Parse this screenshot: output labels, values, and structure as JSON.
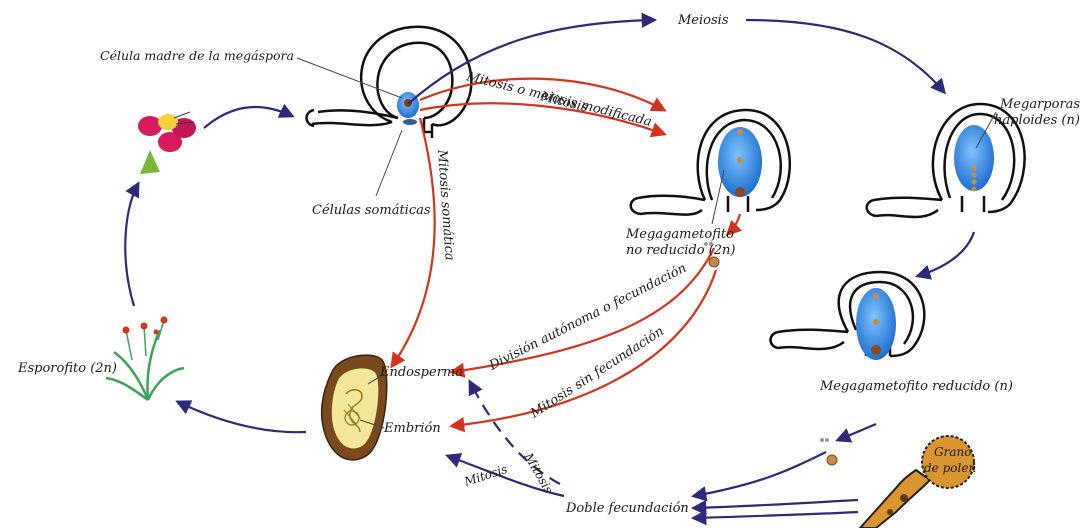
{
  "labels": {
    "meiosis": "Meiosis",
    "mother_cell": "Célula madre de la megáspora",
    "mitosis_or_modified_meiosis": "Mitosis o meiosis modificada",
    "mitosis": "Mitosis",
    "somatic_cells": "Células somáticas",
    "somatic_mitosis": "Mitosis somática",
    "unreduced_gametophyte_line1": "Megagametofito",
    "unreduced_gametophyte_line2": "no reducido (2n)",
    "haploid_megaspores_line1": "Megarporas",
    "haploid_megaspores_line2": "haploides (n)",
    "autonomous_division": "División autónoma o fecundación",
    "mitosis_without_fertilization": "Mitosis sin fecundación",
    "reduced_gametophyte": "Megagametofito reducido (n)",
    "endosperm": "Endosperma",
    "embryo": "Embrión",
    "sporophyte": "Esporofito (2n)",
    "mitosis_dashed": "Mitosis",
    "mitosis_lower": "Mitosis",
    "double_fertilization": "Doble fecundación",
    "pollen_line1": "Grano",
    "pollen_line2": "de polen"
  },
  "colors": {
    "sexual_pathway": "#2e2a7a",
    "apomictic_pathway": "#d6331c",
    "ovule_outline": "#111111",
    "nucellus_fill": "#1e88e5",
    "seed_coat": "#7a4a1e",
    "pollen_fill": "#d9952e"
  }
}
